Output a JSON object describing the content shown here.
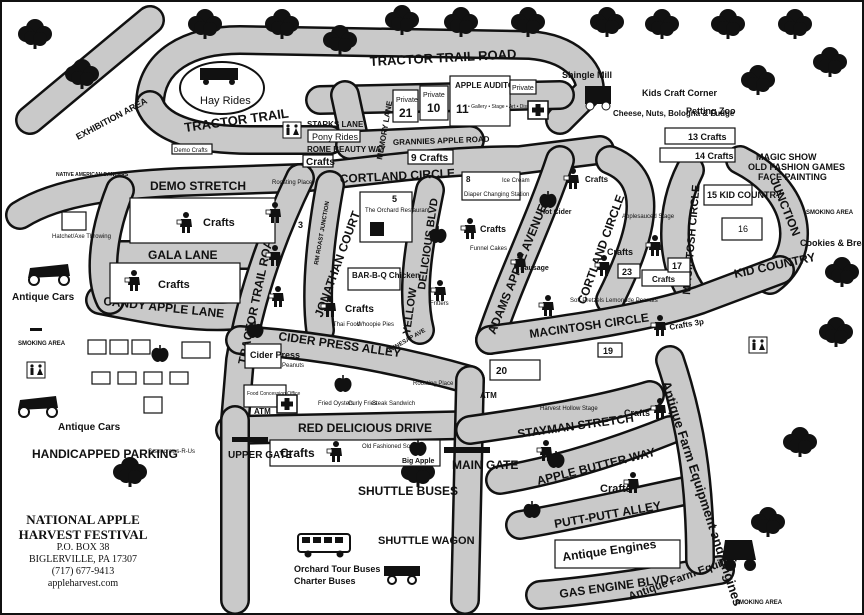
{
  "festival": {
    "name_line1": "NATIONAL APPLE",
    "name_line2": "HARVEST FESTIVAL",
    "po_box": "P.O. BOX 38",
    "city": "BIGLERVILLE, PA 17307",
    "phone": "(717) 677-9413",
    "website": "appleharvest.com"
  },
  "streets": {
    "tractor_trail_road_top": "TRACTOR TRAIL ROAD",
    "tractor_trail": "TRACTOR TRAIL",
    "starks_lane": "STARKS LANE",
    "rome_beauty_way": "ROME BEAUTY WAY",
    "memory_lane": "MEMORY LANE",
    "grannies_apple_road": "GRANNIES APPLE ROAD",
    "demo_stretch": "DEMO STRETCH",
    "cortland_circle_top": "CORTLAND CIRCLE",
    "gala_lane": "GALA LANE",
    "candy_apple_lane": "CANDY APPLE LANE",
    "tractor_trail_road_left": "TRACTOR TRAIL ROAD",
    "jonathan_court": "JONATHAN COURT",
    "delicious_blvd": "DELICIOUS BLVD",
    "yellow": "YELLOW",
    "adams_apple_avenue": "ADAMS APPLE AVENUE",
    "cortland_circle_right": "CORTLAND CIRCLE",
    "macintosh_circle": "MACINTOSH CIRCLE",
    "macintosh_circle_vertical": "MACINTOSH CIRCLE",
    "kid_country": "KID COUNTRY",
    "junction": "JUNCTION",
    "cider_press_alley": "CIDER PRESS ALLEY",
    "red_delicious_drive": "RED DELICIOUS DRIVE",
    "stayman_stretch": "STAYMAN STRETCH",
    "apple_butter_way": "APPLE BUTTER WAY",
    "putt_putt_alley": "PUTT-PUTT ALLEY",
    "gas_engine_blvd": "GAS ENGINE BLVD.",
    "winesap_ave": "WINESAP AVE",
    "rm_roast_junction": "RM ROAST JUNCTION"
  },
  "places": {
    "hay_rides": "Hay Rides",
    "exhibition_area": "EXHIBITION AREA",
    "pony_rides": "Pony Rides",
    "crafts": "Crafts",
    "crafts_9": "9 Crafts",
    "crafts_13": "13 Crafts",
    "crafts_14": "14 Crafts",
    "crafts_3p": "Crafts 3p",
    "private": "Private",
    "private_21": "21",
    "private_10": "10",
    "private_11": "11",
    "apple_auditorium": "APPLE AUDITORIUM",
    "auditorium_detail": "• Gallery • Stage • Art • Displays",
    "shingle_mill": "Shingle Mill",
    "kids_craft_corner": "Kids Craft Corner",
    "cheese_nuts": "Cheese, Nuts, Bologna & Fudge",
    "petting_zoo": "Petting Zoo",
    "magic_show": "MAGIC SHOW",
    "old_fashion_games": "OLD FASHION GAMES",
    "face_painting": "FACE PAINTING",
    "kid_country_15": "15 KID COUNTRY",
    "smoking_area": "SMOKING AREA",
    "cookies_bread": "Cookies & Bread",
    "antique_cars": "Antique Cars",
    "bar_b_q": "BAR-B-Q Chicken",
    "diaper_station": "Diaper Changing Station",
    "diaper_8": "8",
    "ice_cream": "Ice Cream",
    "orchard_restaurant": "The Orchard Restaurant",
    "restaurant_5": "5",
    "cider_press": "Cider Press",
    "food_concession": "Food Concession Office",
    "atm": "ATM",
    "old_fashioned_soda": "Old Fashioned Soda",
    "big_apple": "Big Apple",
    "upper_gate": "UPPER GATE",
    "main_gate": "MAIN GATE",
    "handicapped_parking": "HANDICAPPED PARKING",
    "shuttle_buses": "SHUTTLE BUSES",
    "shuttle_wagon": "SHUTTLE WAGON",
    "orchard_tour_buses": "Orchard Tour Buses",
    "charter_buses": "Charter Buses",
    "antique_engines": "Antique Engines",
    "antique_farm_equipment_right": "Antique Farm Equipment and Engines",
    "antique_farm_equipment_bottom": "Antique Farm Equipment",
    "hot_cider": "Hot Cider",
    "sausage": "Sausage",
    "funnel_cakes": "Funnel Cakes",
    "fritters": "Fritters",
    "thai_food": "Thai Food",
    "whoopie_pies": "Whoopie Pies",
    "peanuts": "Peanuts",
    "fried_oysters": "Fried Oysters",
    "curly_fries": "Curly Fries",
    "steak_sandwich": "Steak Sandwich",
    "booth_23": "23",
    "booth_17": "17",
    "booth_19": "19",
    "booth_20": "20",
    "booth_3": "3",
    "booth_16": "16",
    "soft_pretzels": "Soft Pretzels Lemonade Peanuts",
    "harvest_hollow_stage": "Harvest Hollow Stage",
    "applesauce_stage": "Applesauced Stage",
    "native_american": "NATIVE AMERICAN DANCERS",
    "demo_crafts": "Demo Crafts",
    "hatchet_throwing": "Hatchet/Axe Throwing",
    "scarecrows": "Scarecrows-R-Us",
    "roosting_place": "Roosting Place"
  },
  "icons": {
    "tree": "tree-icon",
    "restroom": "restroom-icon",
    "first_aid": "first-aid-icon",
    "crafter": "crafter-figure-icon",
    "apple": "apple-icon",
    "smoking": "smoking-icon"
  }
}
